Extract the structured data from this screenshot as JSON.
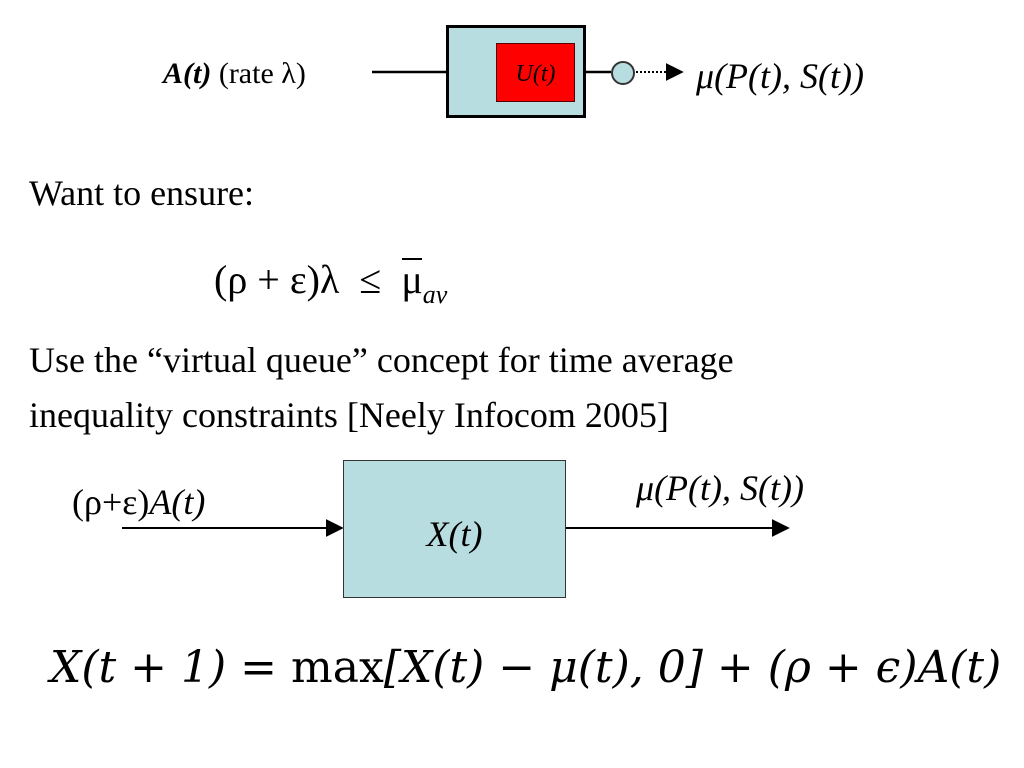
{
  "top_diagram": {
    "arrival_label": "A(t)",
    "arrival_rate": "(rate λ)",
    "queue_label": "U(t)",
    "service_label": "μ(P(t), S(t))"
  },
  "text": {
    "want_ensure": "Want to ensure:",
    "inequality": {
      "lhs": "(ρ + ε)λ",
      "relation": "≤",
      "rhs_symbol": "μ",
      "rhs_subscript": "av"
    },
    "virtual_queue_line1": "Use the “virtual queue” concept for time average",
    "virtual_queue_line2": "inequality constraints [Neely Infocom 2005]"
  },
  "bottom_diagram": {
    "arrival_prefix": "(ρ+ε)",
    "arrival_label": "A(t)",
    "queue_label": "X(t)",
    "service_label": "μ(P(t), S(t))"
  },
  "update_equation": {
    "lhs": "X(t + 1)",
    "equals": "=",
    "max_fn": "max",
    "bracket_body": "[X(t) − μ(t), 0]",
    "plus": "+",
    "tail": "(ρ + ϵ)A(t)"
  },
  "colors": {
    "queue_fill": "#b8dde1",
    "queue_content": "#ff0000",
    "ink": "#000000"
  }
}
